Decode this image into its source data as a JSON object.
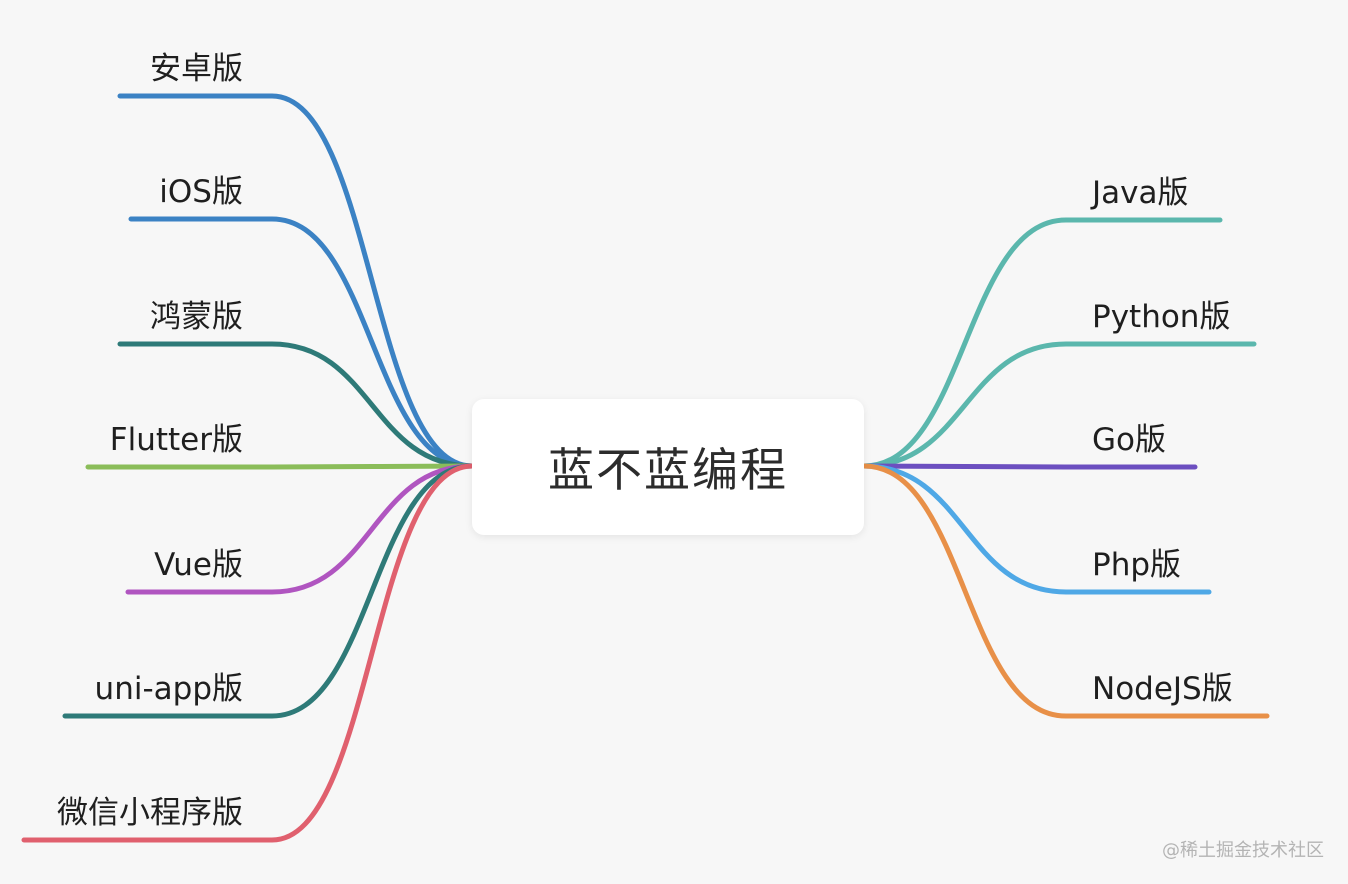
{
  "center": {
    "title": "蓝不蓝编程"
  },
  "branches": {
    "left": [
      {
        "label": "安卓版",
        "color": "#3b82c4"
      },
      {
        "label": "iOS版",
        "color": "#3b82c4"
      },
      {
        "label": "鸿蒙版",
        "color": "#2e7a78"
      },
      {
        "label": "Flutter版",
        "color": "#8bbd5a"
      },
      {
        "label": "Vue版",
        "color": "#b055c0"
      },
      {
        "label": "uni-app版",
        "color": "#2e7a78"
      },
      {
        "label": "微信小程序版",
        "color": "#e0606e"
      }
    ],
    "right": [
      {
        "label": "Java版",
        "color": "#5bb7ad"
      },
      {
        "label": "Python版",
        "color": "#5bb7ad"
      },
      {
        "label": "Go版",
        "color": "#6c4fc0"
      },
      {
        "label": "Php版",
        "color": "#4fa8e6"
      },
      {
        "label": "NodeJS版",
        "color": "#e89048"
      }
    ]
  },
  "watermark": "@稀土掘金技术社区"
}
